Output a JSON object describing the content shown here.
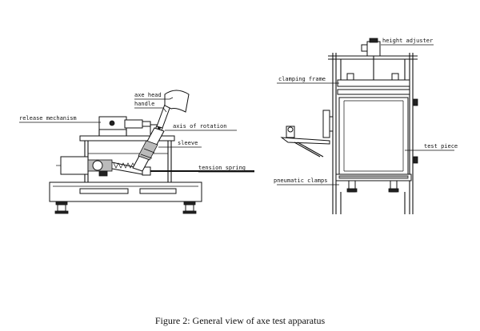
{
  "figure": {
    "caption": "Figure 2: General view of axe test apparatus",
    "left_view": {
      "labels": {
        "axe_head": "axe head",
        "handle": "handle",
        "release_mechanism": "release mechanism",
        "axis_of_rotation": "axis of rotation",
        "sleeve": "sleeve",
        "tension_spring": "tension spring"
      }
    },
    "right_view": {
      "labels": {
        "height_adjuster": "height adjuster",
        "clamping_frame": "clamping frame",
        "test_piece": "test piece",
        "pneumatic_clamps": "pneumatic clamps"
      }
    }
  }
}
